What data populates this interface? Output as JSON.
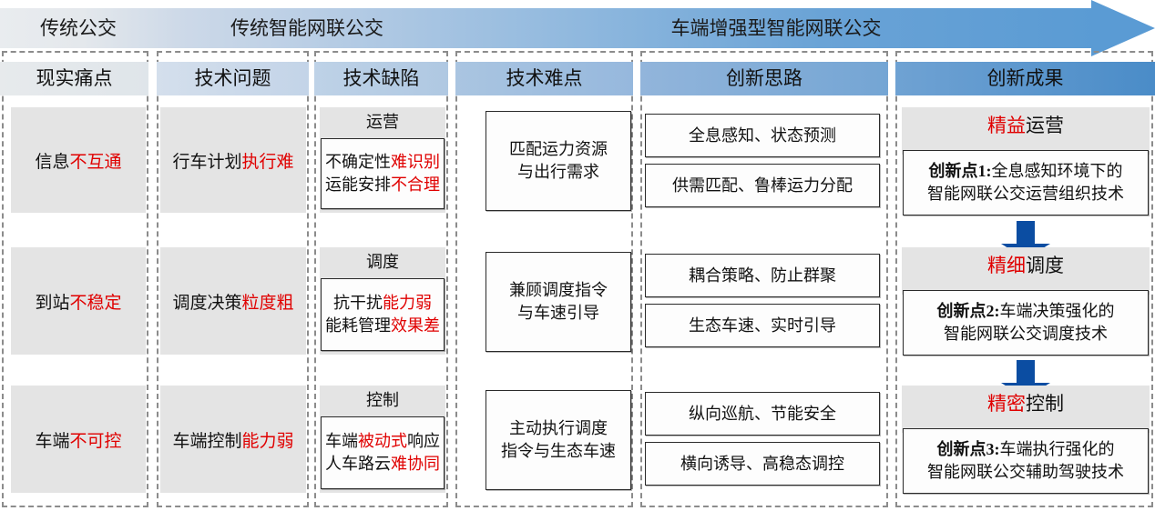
{
  "timeline": {
    "stages": [
      {
        "label": "传统公交"
      },
      {
        "label": "传统智能网联公交"
      },
      {
        "label": "车端增强型智能网联公交"
      }
    ],
    "arrow_color": "#5a9bd4"
  },
  "columns": [
    {
      "id": "pain-points",
      "header": "现实痛点"
    },
    {
      "id": "tech-problems",
      "header": "技术问题"
    },
    {
      "id": "tech-defects",
      "header": "技术缺陷"
    },
    {
      "id": "tech-difficulties",
      "header": "技术难点"
    },
    {
      "id": "innovation-ideas",
      "header": "创新思路"
    },
    {
      "id": "innovation-results",
      "header": "创新成果"
    }
  ],
  "accent_colors": {
    "red": "#e00000",
    "blue_arrow": "#0b4da2",
    "gray_cell": "#e4e4e4"
  },
  "rows": [
    {
      "pain_point": {
        "normal": "信息",
        "red": "不互通"
      },
      "tech_problem": {
        "normal": "行车计划",
        "red": "执行难"
      },
      "tech_defect": {
        "title": "运营",
        "lines": [
          {
            "normal": "不确定性",
            "red": "难识别"
          },
          {
            "normal": "运能安排",
            "red": "不合理"
          }
        ]
      },
      "tech_difficulty": [
        "匹配运力资源",
        "与出行需求"
      ],
      "innovation_ideas": [
        "全息感知、状态预测",
        "供需匹配、鲁棒运力分配"
      ],
      "innovation_result": {
        "title_red": "精益",
        "title_black": "运营",
        "lines": [
          "创新点1:全息感知环境下的",
          "智能网联公交运营组织技术"
        ],
        "bold_prefix": "创新点1:"
      }
    },
    {
      "pain_point": {
        "normal": "到站",
        "red": "不稳定"
      },
      "tech_problem": {
        "normal": "调度决策",
        "red": "粒度粗"
      },
      "tech_defect": {
        "title": "调度",
        "lines": [
          {
            "normal": "抗干扰",
            "red": "能力弱"
          },
          {
            "normal": "能耗管理",
            "red": "效果差"
          }
        ]
      },
      "tech_difficulty": [
        "兼顾调度指令",
        "与车速引导"
      ],
      "innovation_ideas": [
        "耦合策略、防止群聚",
        "生态车速、实时引导"
      ],
      "innovation_result": {
        "title_red": "精细",
        "title_black": "调度",
        "lines": [
          "创新点2:车端决策强化的",
          "智能网联公交调度技术"
        ],
        "bold_prefix": "创新点2:"
      }
    },
    {
      "pain_point": {
        "normal": "车端",
        "red": "不可控"
      },
      "tech_problem": {
        "normal": "车端控制",
        "red": "能力弱"
      },
      "tech_defect": {
        "title": "控制",
        "lines": [
          {
            "normal": "车端",
            "red": "被动式",
            "tail": "响应"
          },
          {
            "normal": "人车路云",
            "red": "难协同"
          }
        ]
      },
      "tech_difficulty": [
        "主动执行调度",
        "指令与生态车速"
      ],
      "innovation_ideas": [
        "纵向巡航、节能安全",
        "横向诱导、高稳态调控"
      ],
      "innovation_result": {
        "title_red": "精密",
        "title_black": "控制",
        "lines": [
          "创新点3:车端执行强化的",
          "智能网联公交辅助驾驶技术"
        ],
        "bold_prefix": "创新点3:"
      }
    }
  ]
}
